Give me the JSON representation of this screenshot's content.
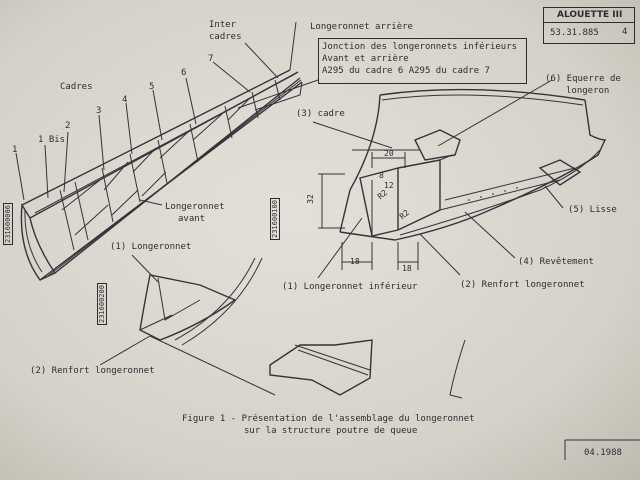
{
  "header": {
    "title": "ALOUETTE III",
    "ref": "53.31.885",
    "page": "4"
  },
  "callout_box": {
    "line1": "Jonction des longeronnets inférieurs",
    "line2": "Avant et arrière",
    "line3": "A295 du cadre 6   A295 du cadre 7"
  },
  "labels": {
    "inter_cadres_1": "Inter",
    "inter_cadres_2": "cadres",
    "longeronnet_arriere": "Longeronnet arrière",
    "cadres": "Cadres",
    "num_1": "1",
    "num_1bis": "1 Bis",
    "num_2": "2",
    "num_3": "3",
    "num_4": "4",
    "num_5": "5",
    "num_6": "6",
    "num_7": "7",
    "longeronnet_avant_1": "Longeronnet",
    "longeronnet_avant_2": "avant",
    "cadre": "(3) cadre",
    "equerre_1": "(6) Equerre de",
    "equerre_2": "longeron",
    "lisse": "(5) Lisse",
    "revetement": "(4) Revêtement",
    "longeronnet_inferieur": "(1) Longeronnet inférieur",
    "renfort_longeronnet": "(2) Renfort longeronnet",
    "detail_longeronnet": "(1) Longeronnet",
    "detail_renfort": "(2) Renfort longeronnet"
  },
  "dimensions": {
    "d20": "20",
    "d32": "32",
    "d8a": "8",
    "d12": "12",
    "d18a": "18",
    "d18b": "18",
    "r2a": "R2",
    "r2b": "R2"
  },
  "part_numbers": {
    "pn1": "231600006",
    "pn2": "231600100",
    "pn3": "231600200"
  },
  "caption": {
    "line1": "Figure 1 - Présentation de l'assemblage du longeronnet",
    "line2": "sur la structure poutre de queue"
  },
  "date": "04.1988"
}
